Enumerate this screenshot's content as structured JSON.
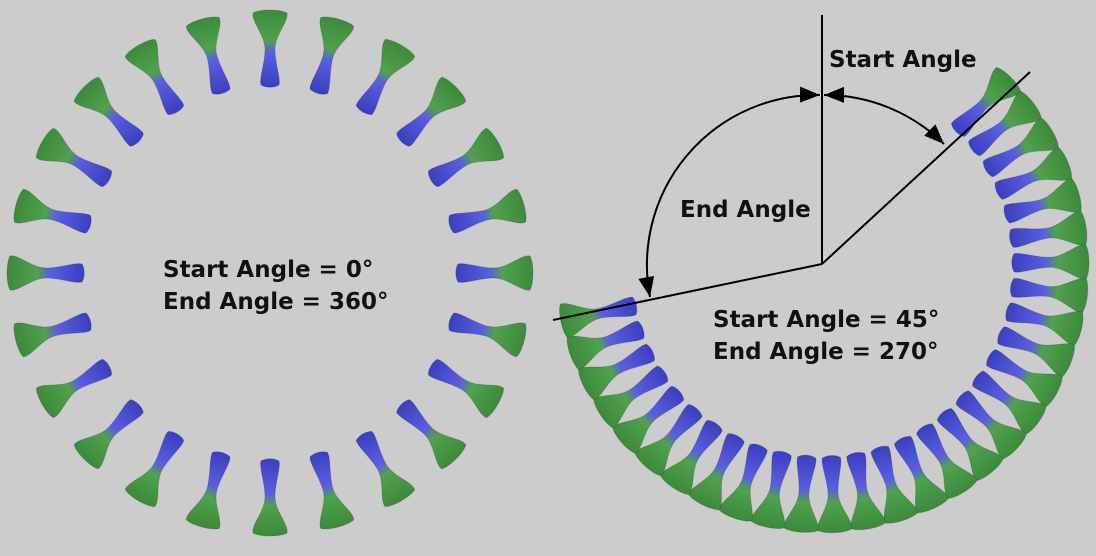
{
  "left_ring": {
    "start_angle_label": "Start Angle = 0°",
    "end_angle_label": "End Angle = 360°",
    "start_angle": 0,
    "end_angle": 360,
    "count": 24
  },
  "right_ring": {
    "start_angle_label": "Start Angle = 45°",
    "end_angle_label": "End Angle = 270°",
    "start_angle": 45,
    "end_angle": 270,
    "count": 30
  },
  "annotations": {
    "start_angle": "Start Angle",
    "end_angle": "End Angle"
  },
  "colors": {
    "background": "#cccccc",
    "outer": "#4a9a48",
    "inner": "#4b4fd0",
    "line": "#000000"
  }
}
